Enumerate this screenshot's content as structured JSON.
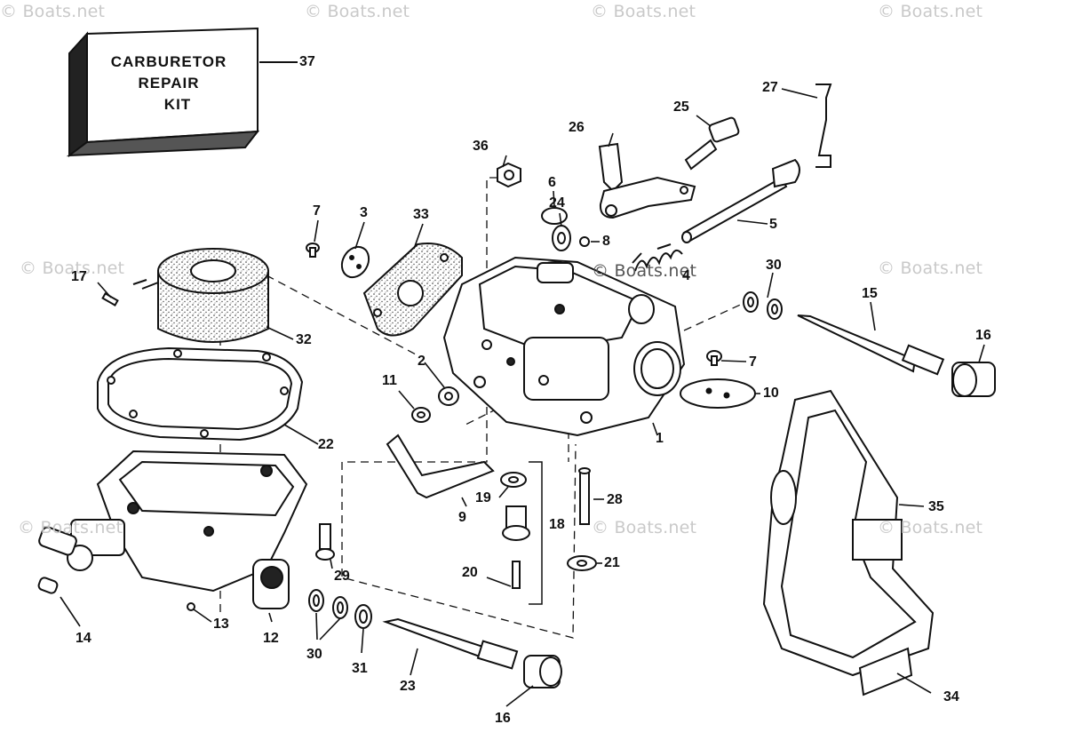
{
  "watermarks": [
    "© Boats.net",
    "© Boats.net",
    "© Boats.net",
    "© Boats.net",
    "© Boats.net",
    "© Boats.net",
    "© Boats.net",
    "© Boats.net",
    "© Boats.net",
    "© Boats.net"
  ],
  "kit_box": {
    "line1": "CARBURETOR",
    "line2": "REPAIR",
    "line3": "KIT"
  },
  "callouts": {
    "c1": "1",
    "c2": "2",
    "c3": "3",
    "c4": "4",
    "c5": "5",
    "c6": "6",
    "c7a": "7",
    "c7b": "7",
    "c8": "8",
    "c9": "9",
    "c10": "10",
    "c11": "11",
    "c12": "12",
    "c13": "13",
    "c14": "14",
    "c15": "15",
    "c16a": "16",
    "c16b": "16",
    "c17": "17",
    "c18": "18",
    "c19": "19",
    "c20": "20",
    "c21": "21",
    "c22": "22",
    "c23": "23",
    "c24": "24",
    "c25": "25",
    "c26": "26",
    "c27": "27",
    "c28": "28",
    "c29": "29",
    "c30a": "30",
    "c30b": "30",
    "c31": "31",
    "c32": "32",
    "c33": "33",
    "c34": "34",
    "c35": "35",
    "c36": "36",
    "c37": "37"
  }
}
